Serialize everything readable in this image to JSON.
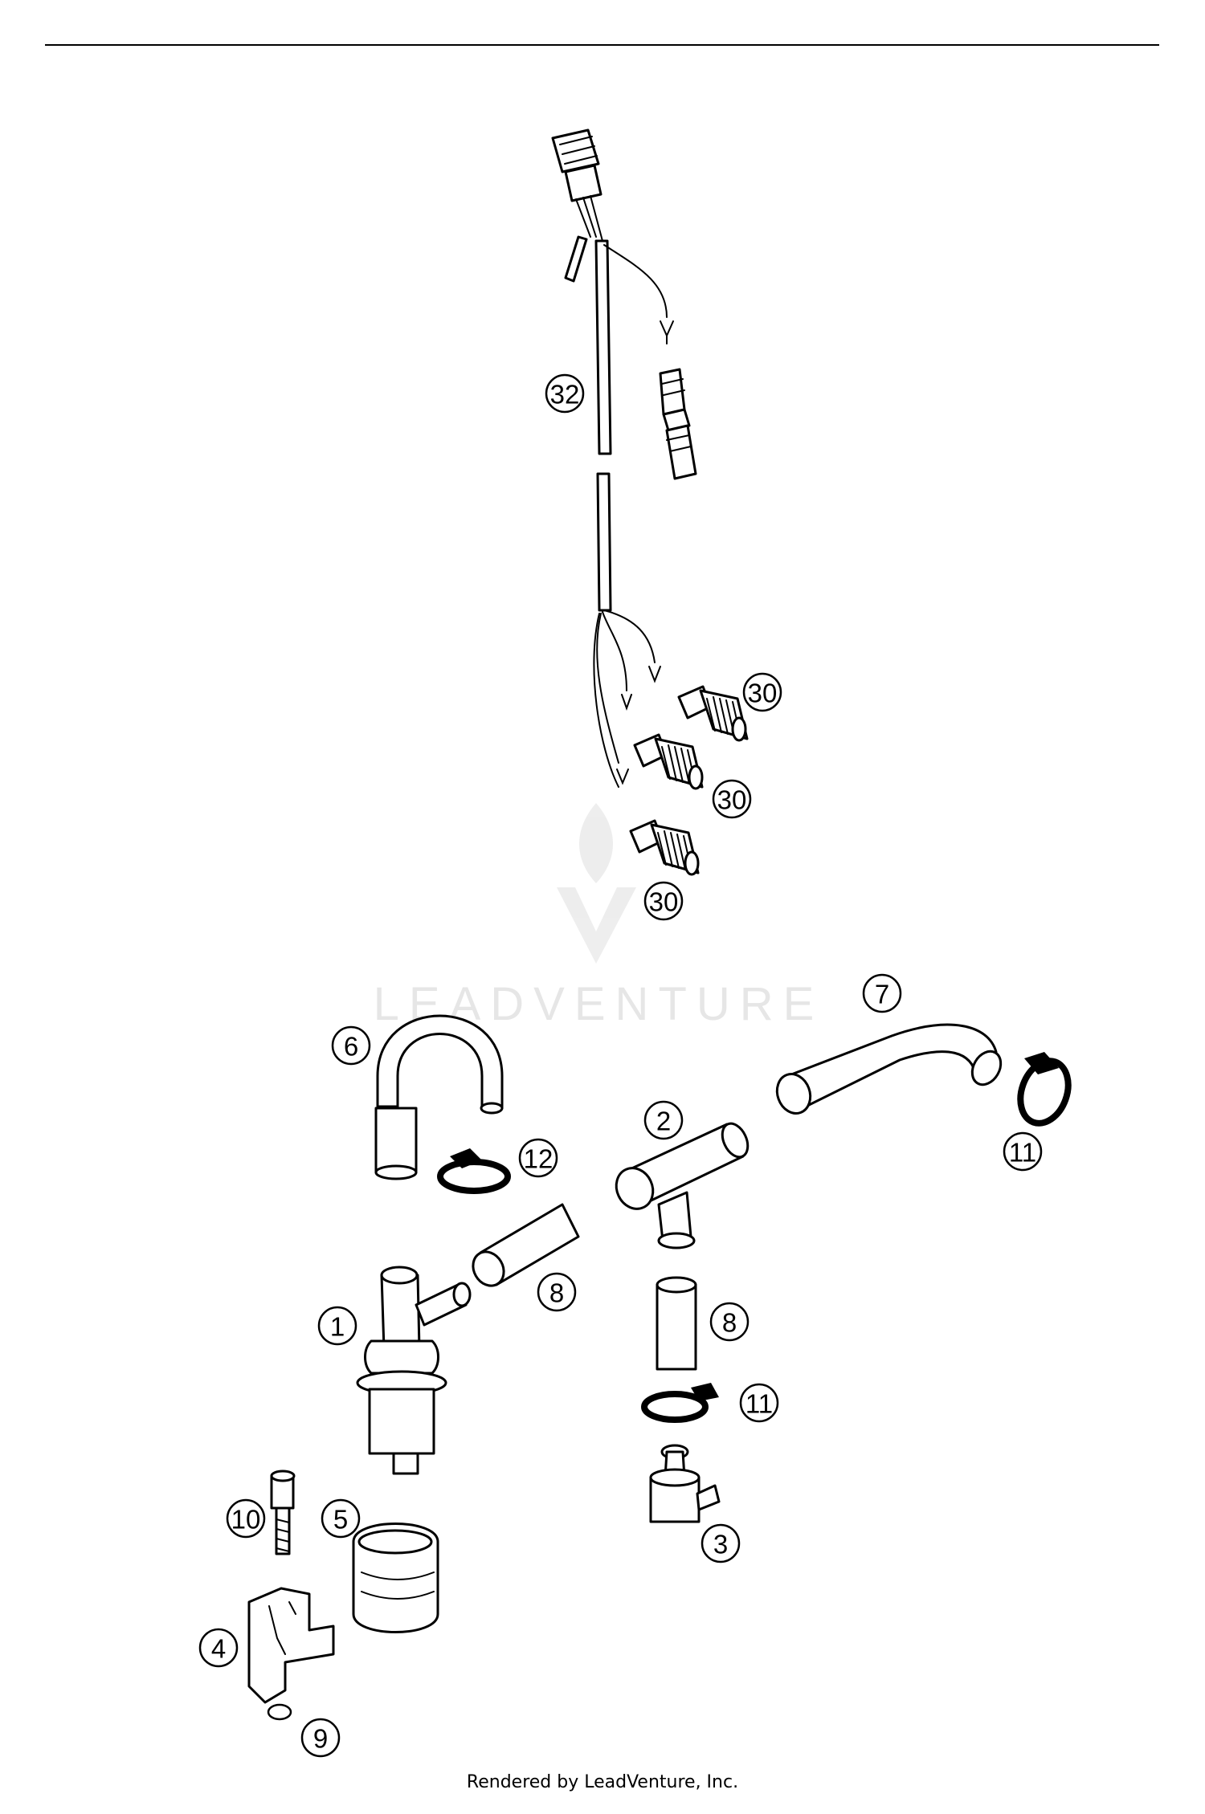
{
  "diagram": {
    "watermark": "LEADVENTURE",
    "footer": "Rendered by LeadVenture, Inc.",
    "callouts": [
      "32",
      "30",
      "30",
      "30",
      "6",
      "7",
      "2",
      "12",
      "11",
      "8",
      "8",
      "1",
      "11",
      "10",
      "5",
      "3",
      "4",
      "9"
    ]
  }
}
